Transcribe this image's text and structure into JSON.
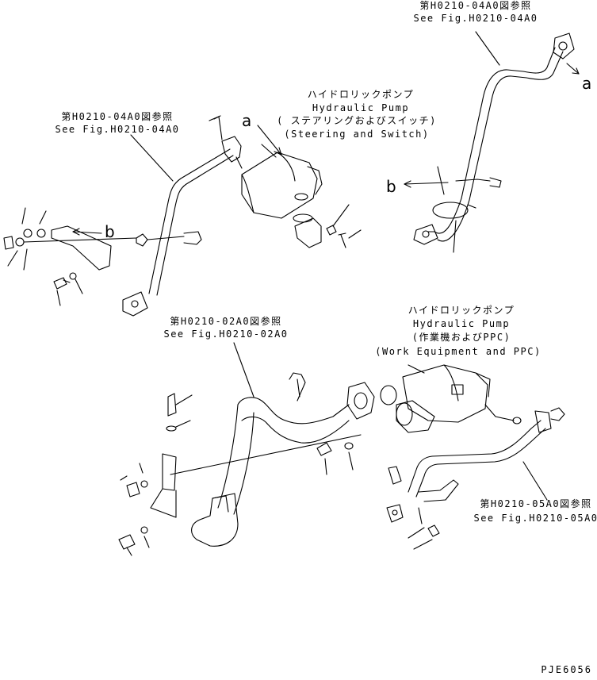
{
  "references": {
    "top_right_jp": "第H0210-04A0図参照",
    "top_right_en": "See Fig.H0210-04A0",
    "top_left_jp": "第H0210-04A0図参照",
    "top_left_en": "See Fig.H0210-04A0",
    "middle_jp": "第H0210-02A0図参照",
    "middle_en": "See Fig.H0210-02A0",
    "bottom_right_jp": "第H0210-05A0図参照",
    "bottom_right_en": "See Fig.H0210-05A0"
  },
  "pump_steering": {
    "jp": "ハイドロリックポンプ",
    "en": "Hydraulic Pump",
    "sub_jp": "( ステアリングおよびスイッチ)",
    "sub_en": "(Steering and Switch)"
  },
  "pump_work": {
    "jp": "ハイドロリックポンプ",
    "en": "Hydraulic Pump",
    "sub_jp": "(作業機およびPPC)",
    "sub_en": "(Work Equipment and PPC)"
  },
  "markers": {
    "a_top": "a",
    "a_right": "a",
    "b_left": "b",
    "b_right": "b"
  },
  "drawing_code": "PJE6056"
}
